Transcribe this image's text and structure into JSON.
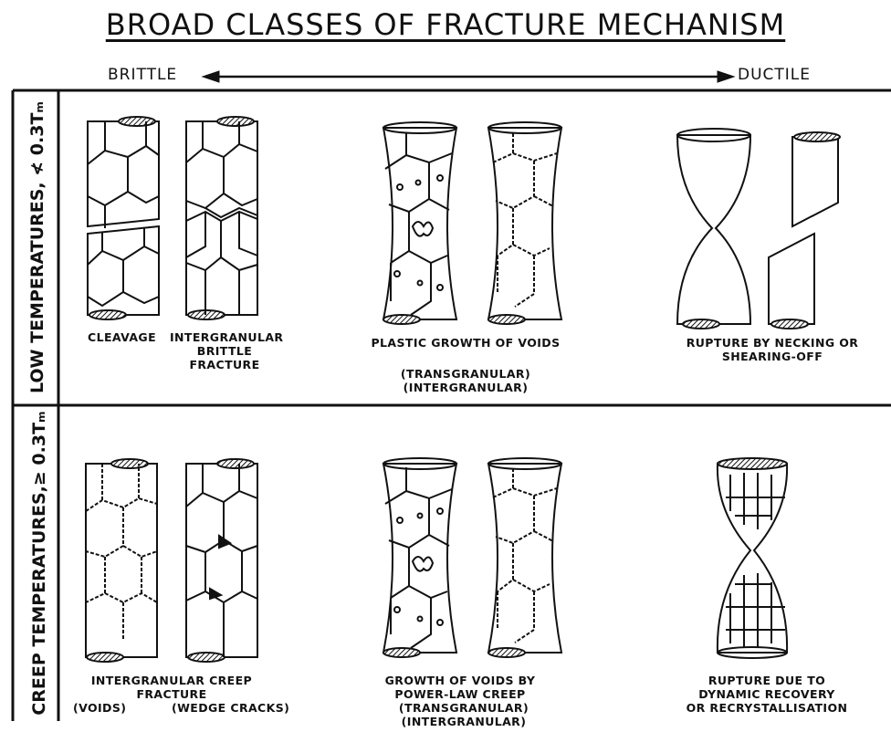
{
  "title": "BROAD CLASSES OF FRACTURE MECHANISM",
  "axis": {
    "left": "BRITTLE",
    "right": "DUCTILE"
  },
  "rows": {
    "low": "LOW TEMPERATURES, ≮ 0.3Tₘ",
    "creep": "CREEP TEMPERATURES,≥ 0.3Tₘ"
  },
  "captions": {
    "cleavage": "CLEAVAGE",
    "intergranular_brittle": "INTERGRANULAR\nBRITTLE\nFRACTURE",
    "plastic_growth": "PLASTIC GROWTH OF VOIDS",
    "plastic_sub": "(TRANSGRANULAR) (INTERGRANULAR)",
    "necking": "RUPTURE BY NECKING OR\nSHEARING-OFF",
    "creep_fracture": "INTERGRANULAR CREEP\nFRACTURE",
    "creep_voids": "(VOIDS)",
    "creep_wedge": "(WEDGE CRACKS)",
    "power_law": "GROWTH OF VOIDS BY\nPOWER-LAW CREEP",
    "power_sub": "(TRANSGRANULAR)(INTERGRANULAR)",
    "recovery": "RUPTURE DUE TO\nDYNAMIC RECOVERY\nOR RECRYSTALLISATION"
  }
}
